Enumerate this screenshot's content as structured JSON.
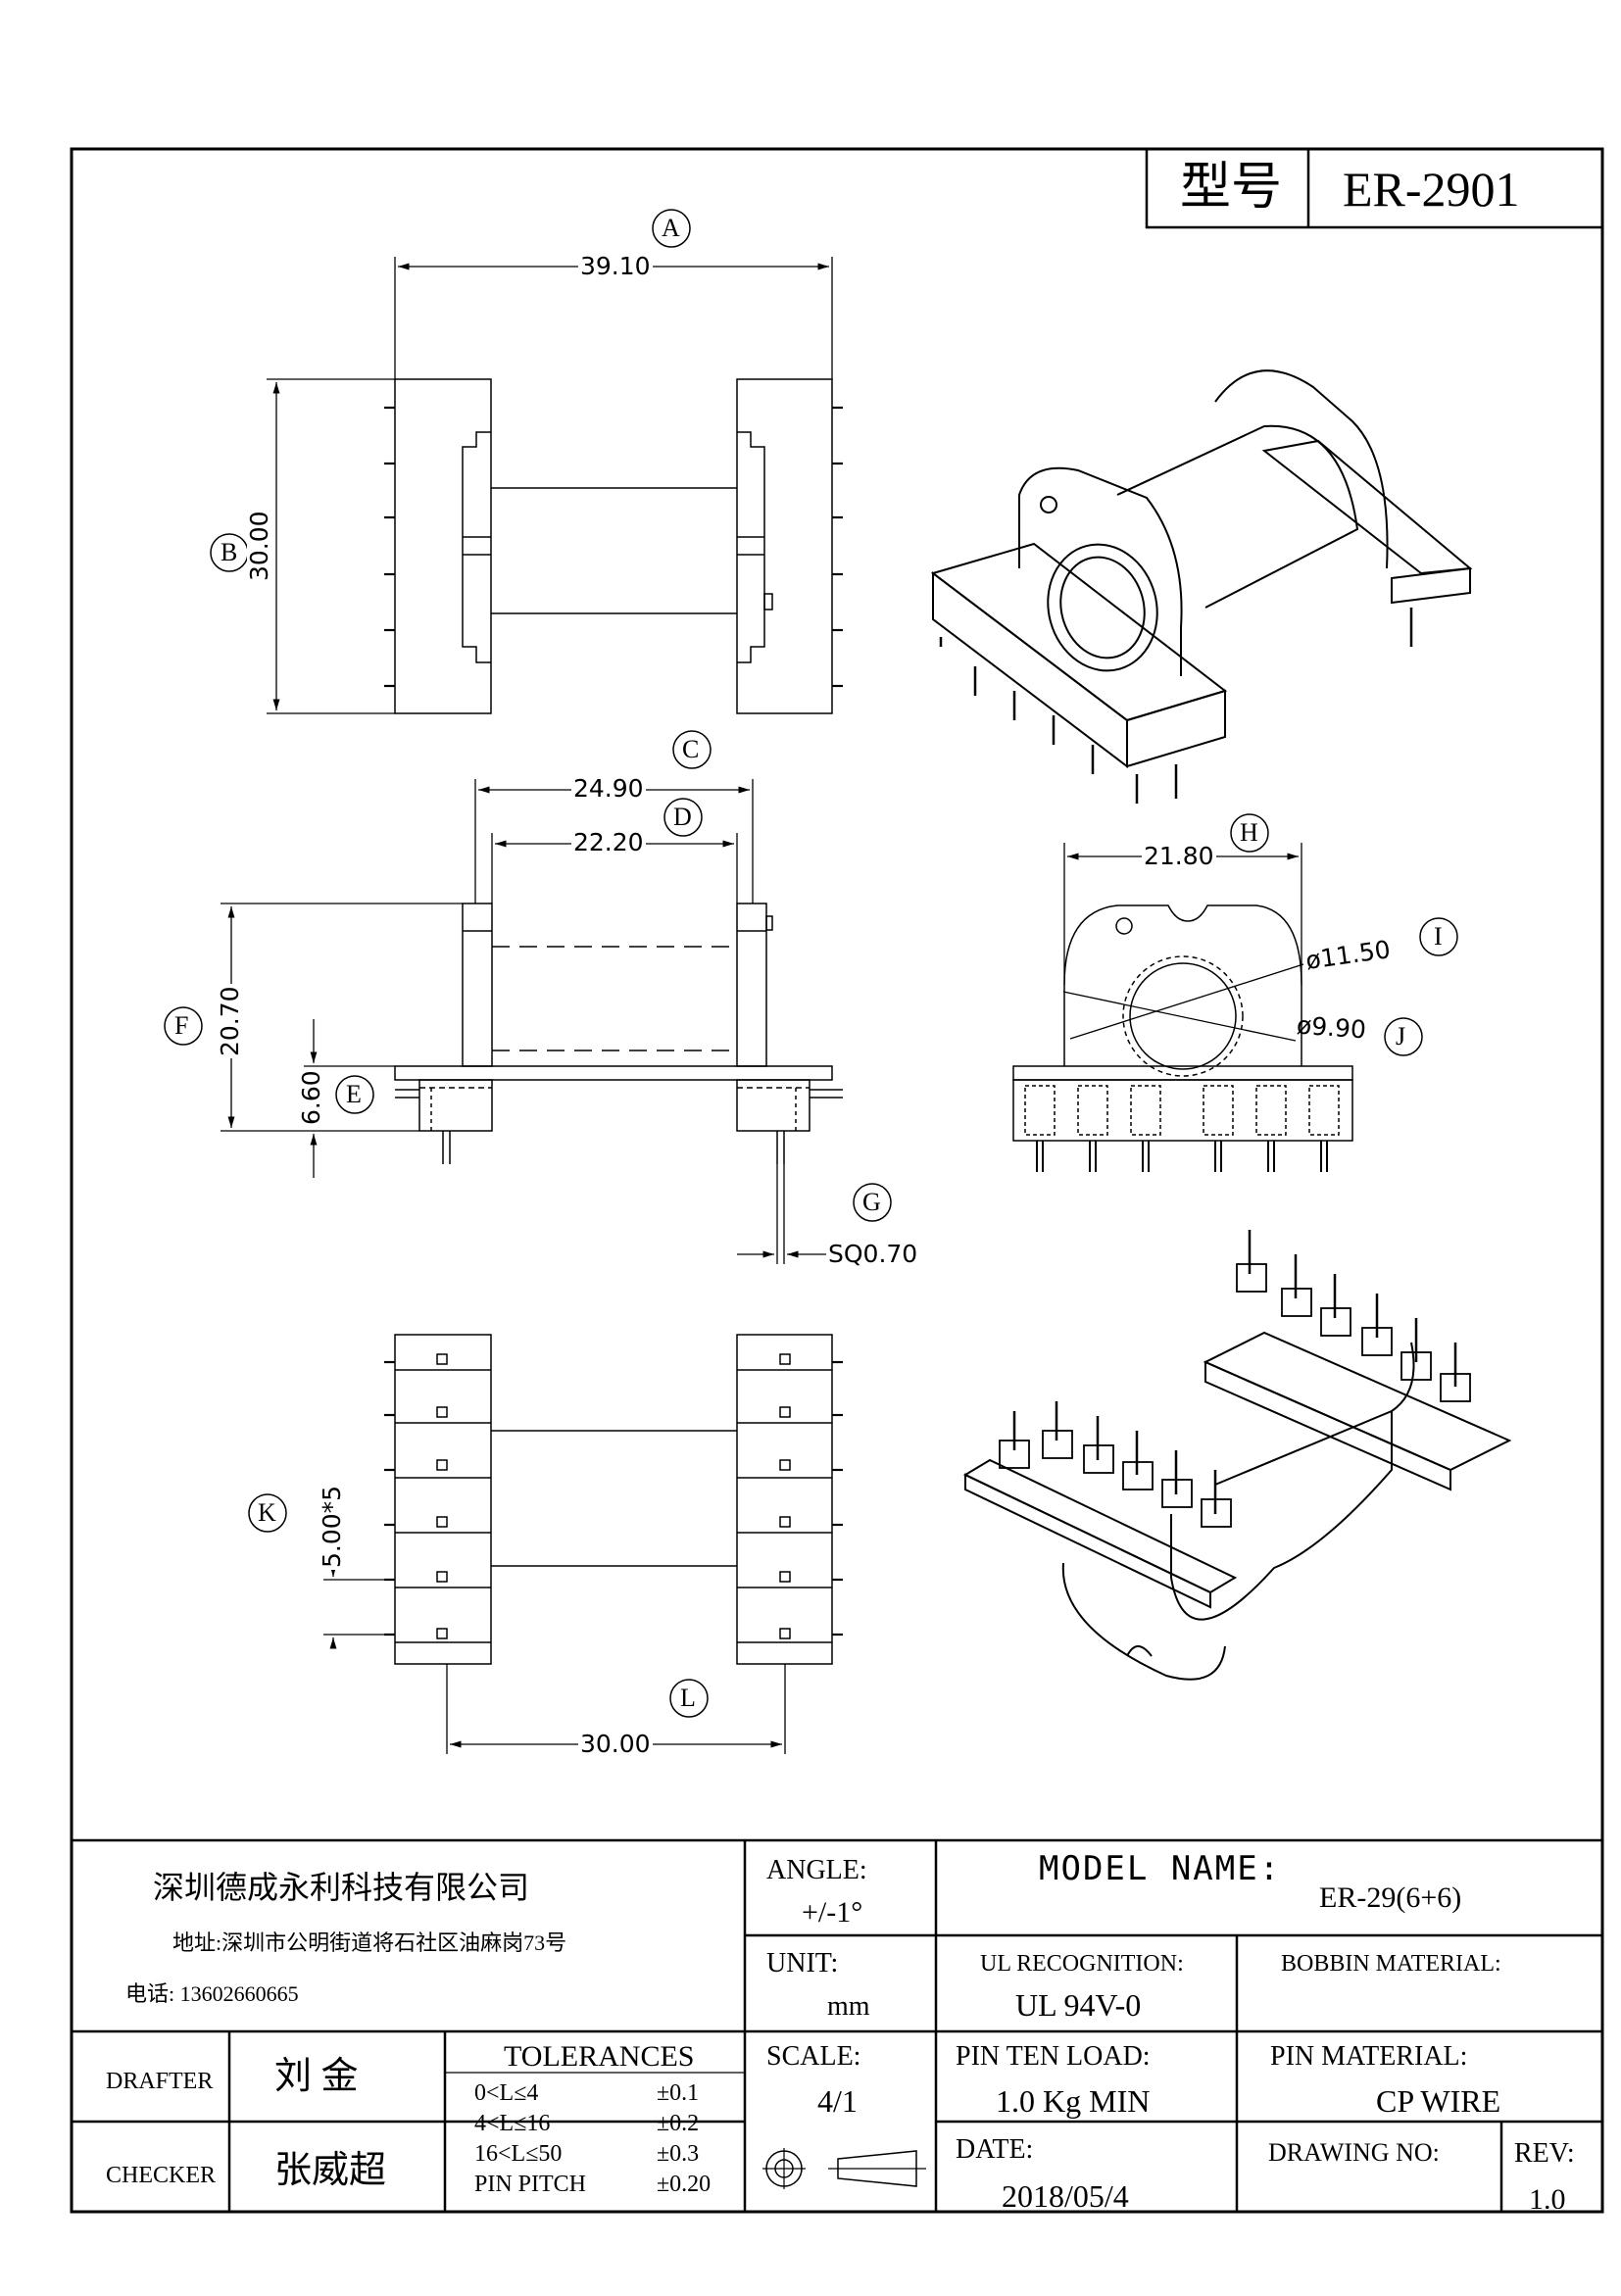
{
  "header": {
    "model_label": "型号",
    "model_value": "ER-2901"
  },
  "dimensions": {
    "A": {
      "letter": "A",
      "value": "39.10"
    },
    "B": {
      "letter": "B",
      "value": "30.00"
    },
    "C": {
      "letter": "C",
      "value": "24.90"
    },
    "D": {
      "letter": "D",
      "value": "22.20"
    },
    "E": {
      "letter": "E",
      "value": "6.60"
    },
    "F": {
      "letter": "F",
      "value": "20.70"
    },
    "G": {
      "letter": "G",
      "value": "SQ0.70"
    },
    "H": {
      "letter": "H",
      "value": "21.80"
    },
    "I": {
      "letter": "I",
      "value": "ø11.50"
    },
    "J": {
      "letter": "J",
      "value": "ø9.90"
    },
    "K": {
      "letter": "K",
      "value": "5.00*5"
    },
    "L": {
      "letter": "L",
      "value": "30.00"
    }
  },
  "title_block": {
    "company": "深圳德成永利科技有限公司",
    "address": "地址:深圳市公明街道将石社区油麻岗73号",
    "phone": "电话: 13602660665",
    "angle_label": "ANGLE:",
    "angle_value": "+/-1°",
    "unit_label": "UNIT:",
    "unit_value": "mm",
    "scale_label": "SCALE:",
    "scale_value": "4/1",
    "model_name_label": "MODEL NAME:",
    "model_name_value": "ER-29(6+6)",
    "ul_label": "UL RECOGNITION:",
    "ul_value": "UL 94V-0",
    "bobbin_label": "BOBBIN MATERIAL:",
    "bobbin_value": "",
    "pin_load_label": "PIN TEN LOAD:",
    "pin_load_value": "1.0 Kg MIN",
    "pin_material_label": "PIN MATERIAL:",
    "pin_material_value": "CP WIRE",
    "date_label": "DATE:",
    "date_value": "2018/05/4",
    "drawing_no_label": "DRAWING NO:",
    "rev_label": "REV:",
    "rev_value": "1.0",
    "drafter_label": "DRAFTER",
    "drafter_value": "刘  金",
    "checker_label": "CHECKER",
    "checker_value": "张威超",
    "tolerances_label": "TOLERANCES",
    "tolerances": [
      {
        "range": "0<L≤4",
        "value": "±0.1"
      },
      {
        "range": "4<L≤16",
        "value": "±0.2"
      },
      {
        "range": "16<L≤50",
        "value": "±0.3"
      },
      {
        "range": "PIN PITCH",
        "value": "±0.20"
      }
    ]
  }
}
